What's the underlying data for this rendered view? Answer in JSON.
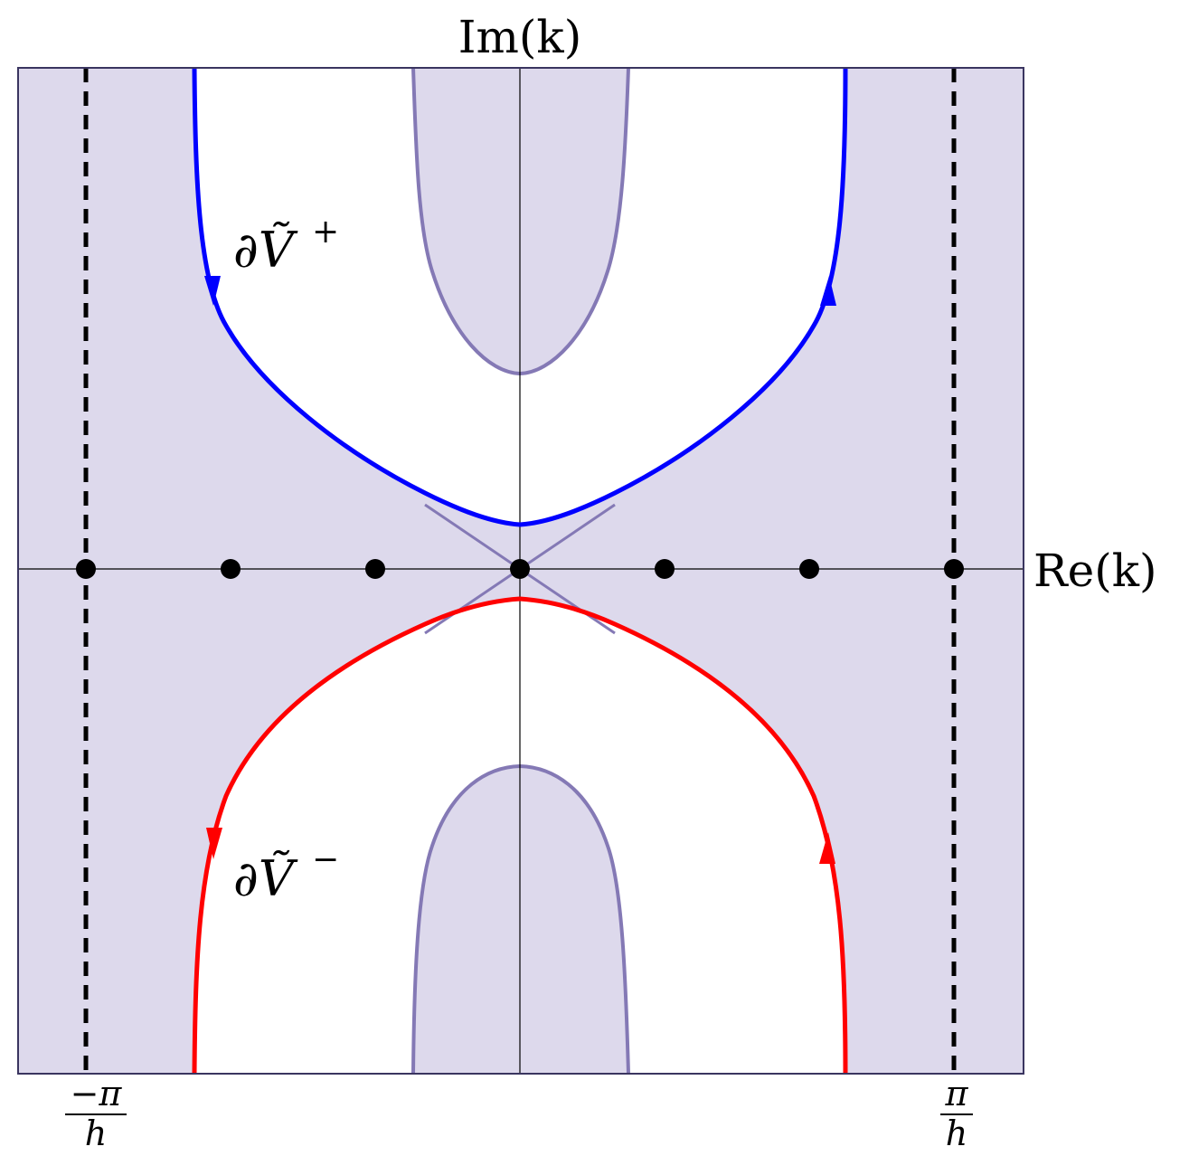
{
  "labels": {
    "im_axis": "Im(k)",
    "re_axis": "Re(k)",
    "left_tick_num": "−π",
    "left_tick_den": "h",
    "right_tick_num": "π",
    "right_tick_den": "h",
    "contour_upper": "∂Ṽ",
    "contour_upper_sup": "+",
    "contour_lower": "∂Ṽ",
    "contour_lower_sup": "−"
  },
  "colors": {
    "region_fill": "#ddd9ec",
    "region_stroke": "#8479b5",
    "upper_contour": "#0000ff",
    "lower_contour": "#ff0000",
    "dashed_line": "#000000",
    "frame": "#3a3560"
  },
  "points": [
    -3,
    -2,
    -1,
    0,
    1,
    2,
    3
  ]
}
